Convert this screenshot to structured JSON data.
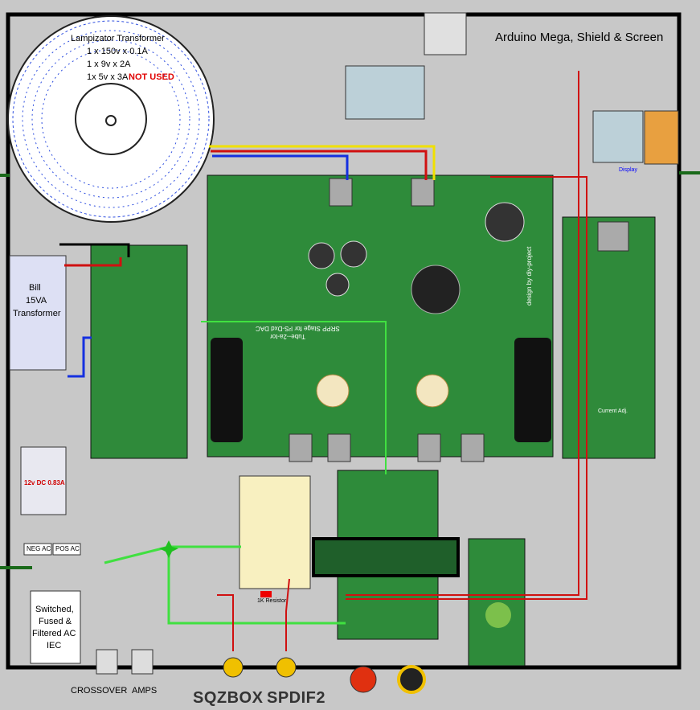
{
  "transformer": {
    "title": "Lampizator Transformer",
    "line1": "1 x 150v x 0.1A",
    "line2": "1 x 9v x 2A",
    "line3": "1x 5v x 3A",
    "not_used": "NOT USED"
  },
  "arduino_label": "Arduino Mega, Shield & Screen",
  "bill_transformer": {
    "line1": "Bill",
    "line2": "15VA",
    "line3": "Transformer"
  },
  "psu_12v": "12v DC 0.83A",
  "ac_labels": {
    "neg": "NEG AC",
    "pos": "POS AC"
  },
  "iec_label": {
    "line1": "Switched,",
    "line2": "Fused &",
    "line3": "Filtered AC",
    "line4": "IEC"
  },
  "main_board": {
    "side_text": "design by diy-project",
    "title1": "SRPP Stage for I²S-Dxd DAC",
    "title2": "Tube--2a-tor"
  },
  "resistor_label": "1K Resistor",
  "bottom_labels": {
    "crossover": "CROSSOVER",
    "amps": "AMPS",
    "sqzbox": "SQZBOX",
    "spdif": "SPDIF2"
  },
  "small_labels": {
    "current_adj": "Current Adj.",
    "display": "Display"
  },
  "colors": {
    "background": "#c8c8c8",
    "pcb_green": "#2e8b3a",
    "wire_red": "#d01010",
    "wire_blue": "#1530e0",
    "wire_yellow": "#f0e000",
    "wire_green": "#10a010",
    "wire_lime": "#40e040",
    "chassis": "#000000"
  }
}
